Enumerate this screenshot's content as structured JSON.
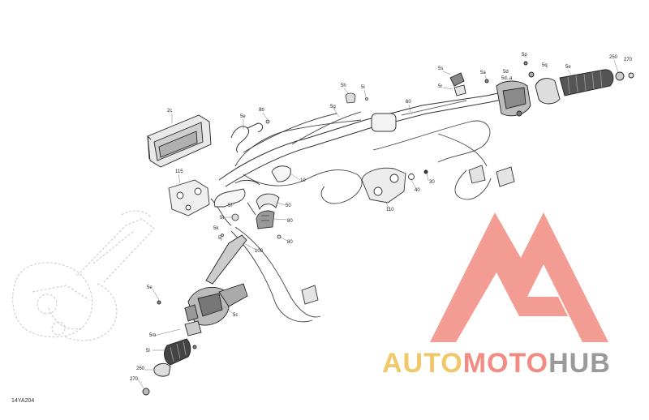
{
  "diagram": {
    "reference_code": "14YA204",
    "callouts": [
      {
        "id": "c-2c",
        "label": "2c"
      },
      {
        "id": "c-5e-a",
        "label": "5e"
      },
      {
        "id": "c-8b",
        "label": "8b"
      },
      {
        "id": "c-5h",
        "label": "5h"
      },
      {
        "id": "c-5i",
        "label": "5i"
      },
      {
        "id": "c-5g",
        "label": "5g"
      },
      {
        "id": "c-60",
        "label": "60"
      },
      {
        "id": "c-5s",
        "label": "5s"
      },
      {
        "id": "c-5r",
        "label": "5r"
      },
      {
        "id": "c-5a",
        "label": "5a"
      },
      {
        "id": "c-5p",
        "label": "5p"
      },
      {
        "id": "c-5d",
        "label": "5d"
      },
      {
        "id": "c-5da",
        "label": "5d..a"
      },
      {
        "id": "c-5q",
        "label": "5q"
      },
      {
        "id": "c-5e-b",
        "label": "5e"
      },
      {
        "id": "c-250",
        "label": "250"
      },
      {
        "id": "c-270-a",
        "label": "270"
      },
      {
        "id": "c-115",
        "label": "115"
      },
      {
        "id": "c-10",
        "label": "10"
      },
      {
        "id": "c-5f",
        "label": "5f"
      },
      {
        "id": "c-50",
        "label": "50"
      },
      {
        "id": "c-5t",
        "label": "5t"
      },
      {
        "id": "c-80-a",
        "label": "80"
      },
      {
        "id": "c-80-b",
        "label": "80"
      },
      {
        "id": "c-5k",
        "label": "5k"
      },
      {
        "id": "c-5j",
        "label": "5j"
      },
      {
        "id": "c-100",
        "label": "100"
      },
      {
        "id": "c-110",
        "label": "110"
      },
      {
        "id": "c-40",
        "label": "40"
      },
      {
        "id": "c-30",
        "label": "30"
      },
      {
        "id": "c-5e-c",
        "label": "5e"
      },
      {
        "id": "c-5c",
        "label": "5c"
      },
      {
        "id": "c-5m",
        "label": "5m"
      },
      {
        "id": "c-5l",
        "label": "5l"
      },
      {
        "id": "c-260",
        "label": "260"
      },
      {
        "id": "c-270-b",
        "label": "270"
      }
    ]
  },
  "watermark": {
    "part1": "AUTO",
    "part2": "MOTO",
    "part3": "HUB",
    "colors": {
      "part1": "#f2c76a",
      "part2": "#f28b82",
      "part3": "#9a9a9a",
      "logo": "#f28b82"
    }
  }
}
